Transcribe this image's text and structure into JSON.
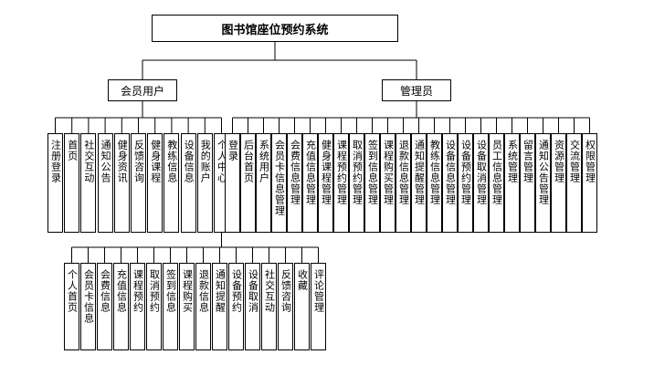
{
  "root": "图书馆座位预约系统",
  "branches": [
    {
      "label": "会员用户",
      "children": [
        "注册登录",
        "首页",
        "社交互动",
        "通知公告",
        "健身资讯",
        "反馈咨询",
        "健身课程",
        "教练信息",
        "设备信息",
        "我的账户",
        "个人中心"
      ]
    },
    {
      "label": "管理员",
      "children": [
        "登录",
        "后台首页",
        "系统用户",
        "会员卡信息管理",
        "会费信息管理",
        "充值信息管理",
        "健身课程管理",
        "课程预约管理",
        "取消预约管理",
        "签到信息管理",
        "课程购买管理",
        "退款信息管理",
        "通知提醒管理",
        "教练信息管理",
        "设备信息管理",
        "设备预约管理",
        "设备取消管理",
        "员工信息管理",
        "系统管理",
        "留言管理",
        "通知公告管理",
        "资源管理",
        "交流管理",
        "权限管理"
      ]
    }
  ],
  "personal_center": {
    "children": [
      "个人首页",
      "会员卡信息",
      "会费信息",
      "充值信息",
      "课程预约",
      "取消预约",
      "签到信息",
      "课程购买",
      "退款信息",
      "通知提醒",
      "设备预约",
      "设备取消",
      "社交互动",
      "反馈咨询",
      "收藏",
      "评论管理"
    ]
  }
}
